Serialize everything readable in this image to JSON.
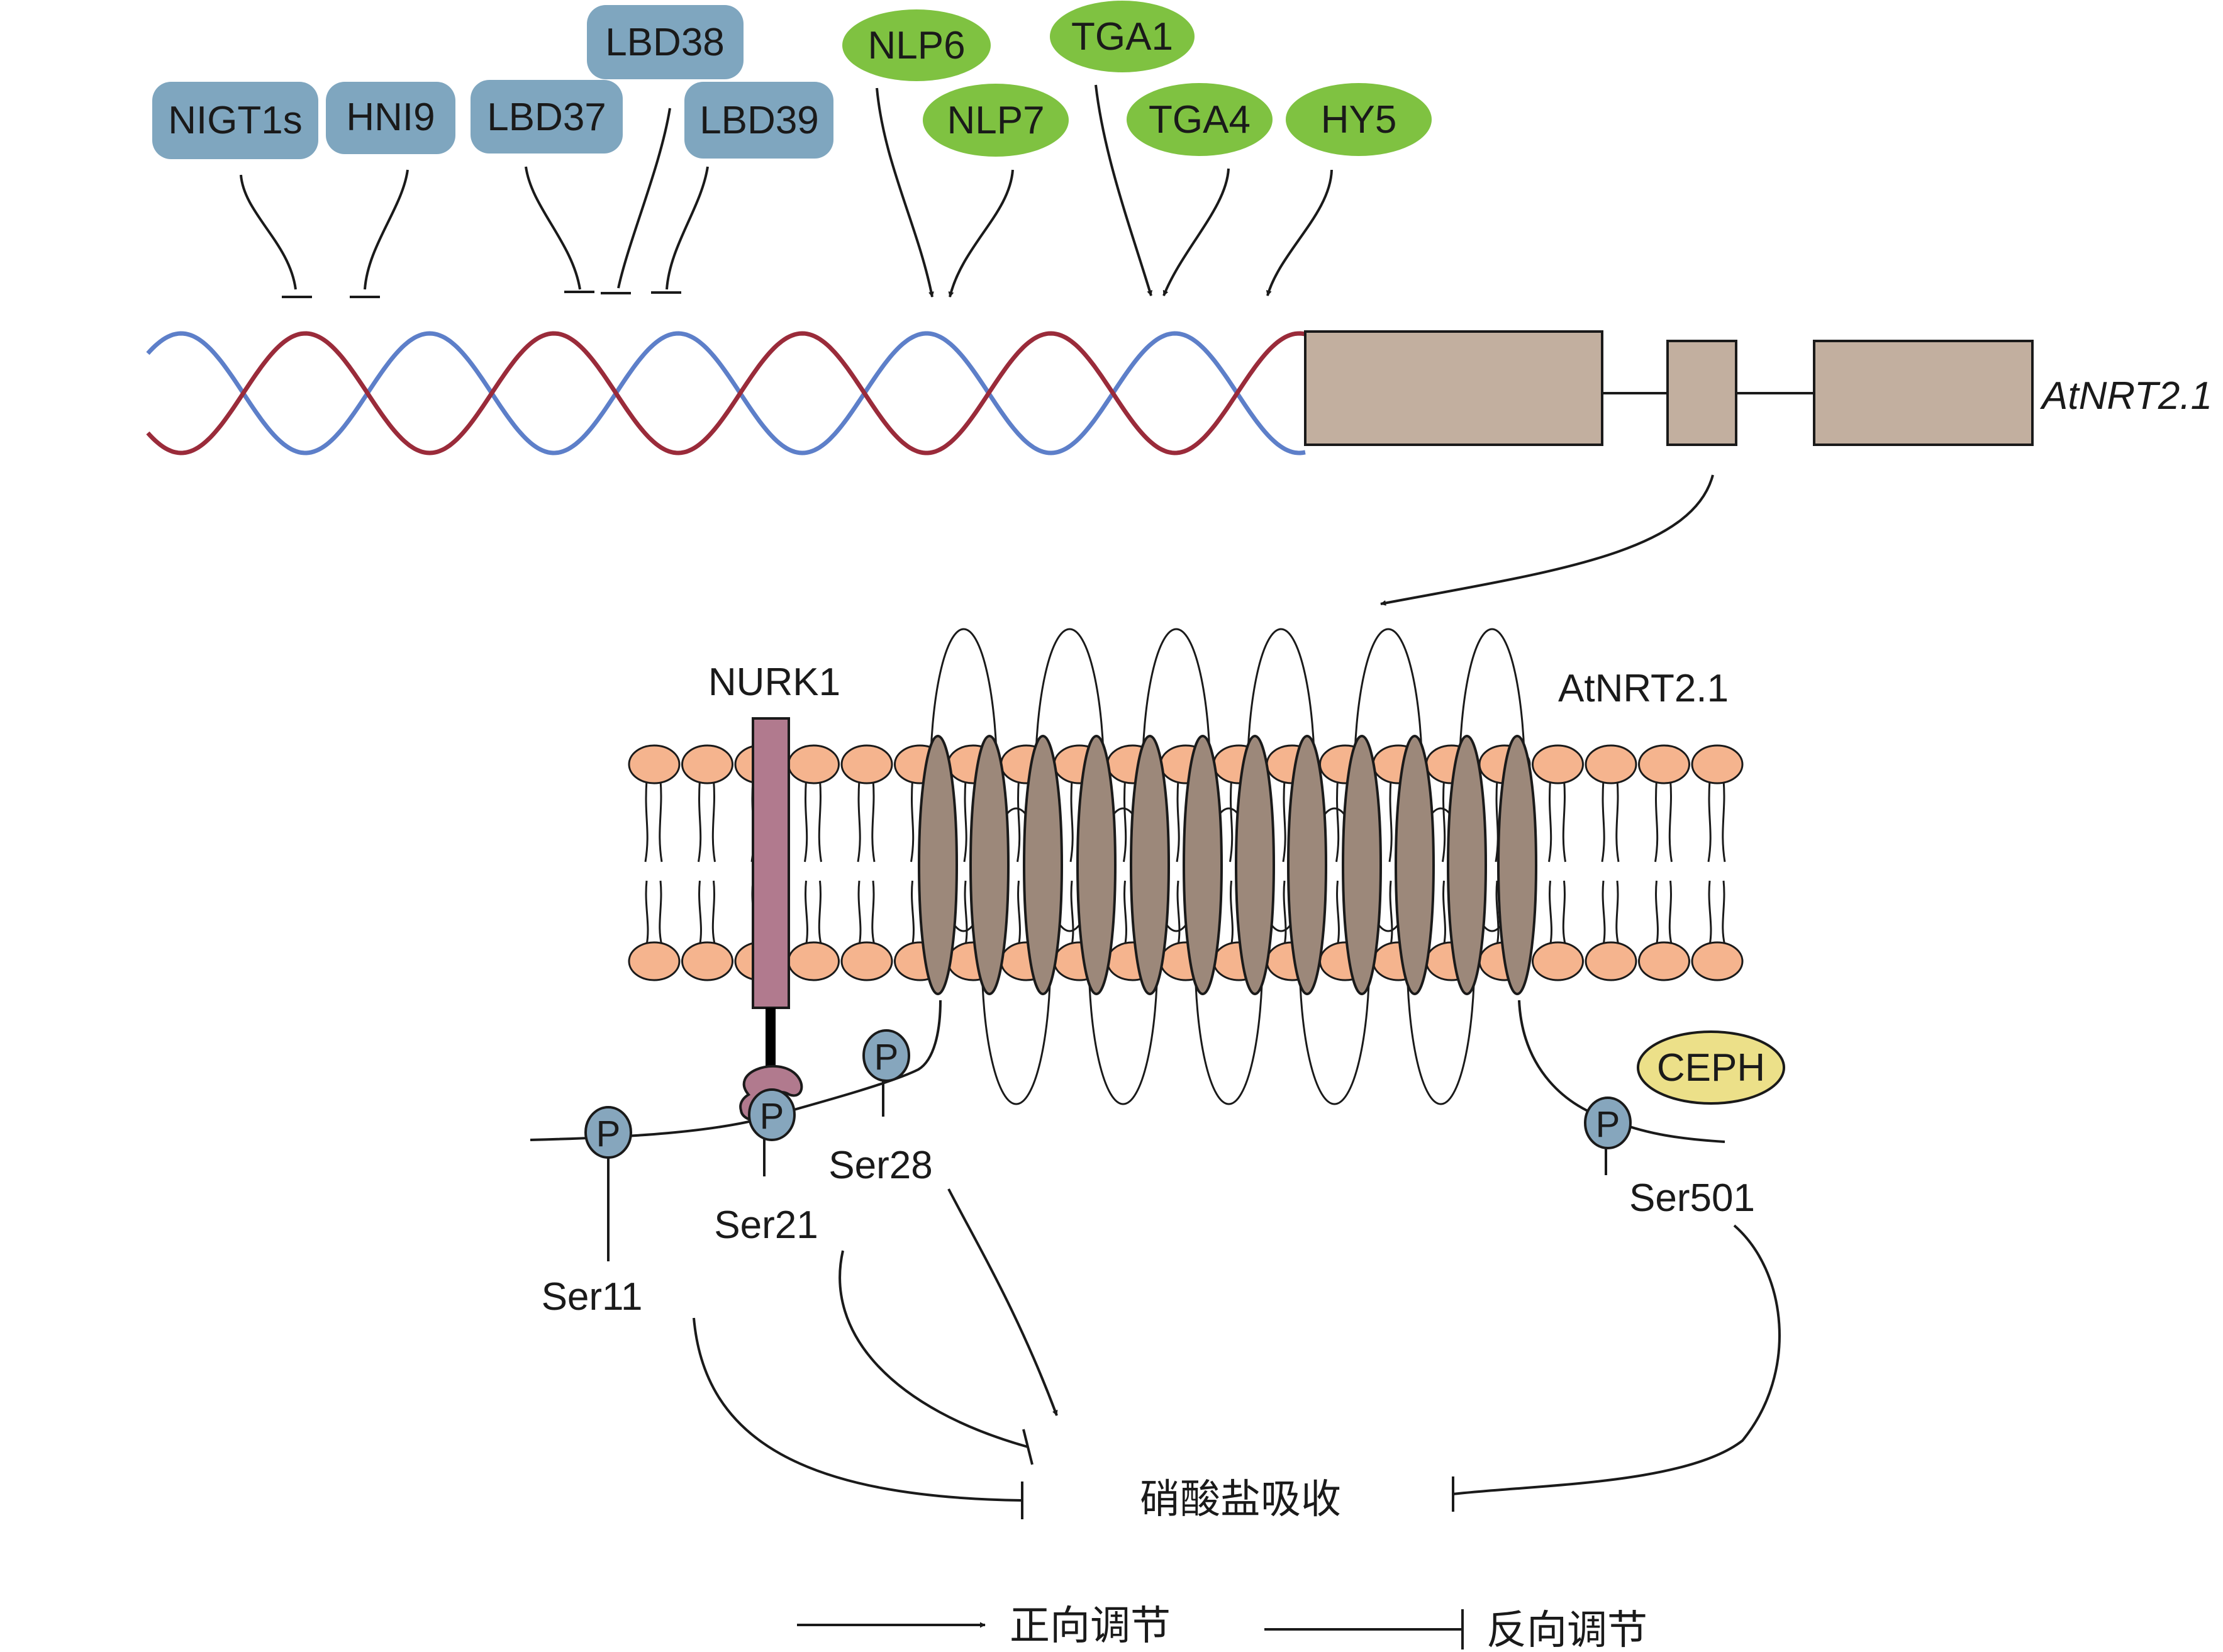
{
  "colors": {
    "repressor": "#7FA6BF",
    "activator": "#7FC241",
    "dna_strand_a": "#9A2B3A",
    "dna_strand_b": "#5D7FC9",
    "gene_box": "#C2AF9F",
    "helix": "#9C887A",
    "lipid_head": "#F5B48E",
    "nurk1": "#B17A8E",
    "phospho": "#86A6BD",
    "ceph": "#ECE089"
  },
  "repressors": [
    {
      "id": "nigt1s",
      "label": "NIGT1s"
    },
    {
      "id": "hni9",
      "label": "HNI9"
    },
    {
      "id": "lbd37",
      "label": "LBD37"
    },
    {
      "id": "lbd38",
      "label": "LBD38"
    },
    {
      "id": "lbd39",
      "label": "LBD39"
    }
  ],
  "activators": [
    {
      "id": "nlp6",
      "label": "NLP6"
    },
    {
      "id": "nlp7",
      "label": "NLP7"
    },
    {
      "id": "tga1",
      "label": "TGA1"
    },
    {
      "id": "tga4",
      "label": "TGA4"
    },
    {
      "id": "hy5",
      "label": "HY5"
    }
  ],
  "gene": {
    "label": "AtNRT2.1"
  },
  "protein": {
    "label": "AtNRT2.1",
    "kinase": "NURK1",
    "ceph": "CEPH",
    "phospho_symbol": "P"
  },
  "sites": [
    {
      "id": "ser11",
      "label": "Ser11"
    },
    {
      "id": "ser21",
      "label": "Ser21"
    },
    {
      "id": "ser28",
      "label": "Ser28"
    },
    {
      "id": "ser501",
      "label": "Ser501"
    }
  ],
  "outcome": {
    "label": "硝酸盐吸收"
  },
  "legend": {
    "positive": "正向调节",
    "negative": "反向调节"
  }
}
